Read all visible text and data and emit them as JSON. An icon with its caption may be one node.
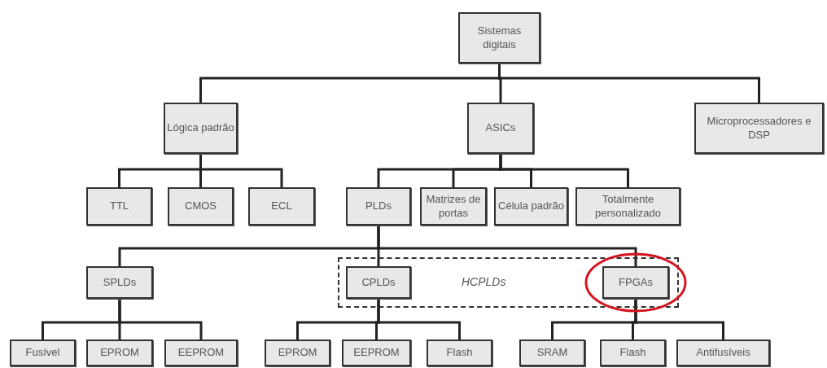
{
  "diagram": {
    "nodes": [
      {
        "text": [
          "Sistemas digitais"
        ]
      },
      {
        "text": [
          "Lógica padrão"
        ]
      },
      {
        "text": [
          "ASICs"
        ]
      },
      {
        "text": [
          "Microprocessadores e DSP"
        ]
      },
      {
        "text": [
          "TTL"
        ]
      },
      {
        "text": [
          "CMOS"
        ]
      },
      {
        "text": [
          "ECL"
        ]
      },
      {
        "text": [
          "PLDs"
        ]
      },
      {
        "text": [
          "Matrizes de portas"
        ]
      },
      {
        "text": [
          "Célula padrão"
        ]
      },
      {
        "text": [
          "Totalmente personalizado"
        ]
      },
      {
        "text": [
          "SPLDs"
        ]
      },
      {
        "text": [
          "HCPLDs"
        ]
      },
      {
        "text": [
          "CPLDs"
        ],
        "in": 12
      },
      {
        "text": [
          "FPGAs"
        ],
        "in": 12
      },
      {
        "text": [
          "Fusível"
        ]
      },
      {
        "text": [
          "EPROM"
        ]
      },
      {
        "text": [
          "EEPROM"
        ]
      },
      {
        "text": [
          "EPROM"
        ]
      },
      {
        "text": [
          "EEPROM"
        ]
      },
      {
        "text": [
          "Flash"
        ]
      },
      {
        "text": [
          "SRAM"
        ]
      },
      {
        "text": [
          "Flash"
        ]
      },
      {
        "text": [
          "Antifusíveis"
        ]
      }
    ],
    "edges": [
      {
        "from": 0,
        "to": 1,
        "arrow": "none"
      },
      {
        "from": 0,
        "to": 2,
        "arrow": "none"
      },
      {
        "from": 0,
        "to": 3,
        "arrow": "none"
      },
      {
        "from": 1,
        "to": 4,
        "arrow": "none"
      },
      {
        "from": 1,
        "to": 5,
        "arrow": "none"
      },
      {
        "from": 1,
        "to": 6,
        "arrow": "none"
      },
      {
        "from": 2,
        "to": 7,
        "arrow": "none"
      },
      {
        "from": 2,
        "to": 8,
        "arrow": "none"
      },
      {
        "from": 2,
        "to": 9,
        "arrow": "none"
      },
      {
        "from": 2,
        "to": 10,
        "arrow": "none"
      },
      {
        "from": 7,
        "to": 11,
        "arrow": "none"
      },
      {
        "from": 7,
        "to": 13,
        "arrow": "none"
      },
      {
        "from": 7,
        "to": 14,
        "arrow": "none"
      },
      {
        "from": 11,
        "to": 15,
        "arrow": "none"
      },
      {
        "from": 11,
        "to": 16,
        "arrow": "none"
      },
      {
        "from": 11,
        "to": 17,
        "arrow": "none"
      },
      {
        "from": 13,
        "to": 18,
        "arrow": "none"
      },
      {
        "from": 13,
        "to": 19,
        "arrow": "none"
      },
      {
        "from": 13,
        "to": 20,
        "arrow": "none"
      },
      {
        "from": 14,
        "to": 21,
        "arrow": "none"
      },
      {
        "from": 14,
        "to": 22,
        "arrow": "none"
      },
      {
        "from": 14,
        "to": 23,
        "arrow": "none"
      }
    ]
  }
}
